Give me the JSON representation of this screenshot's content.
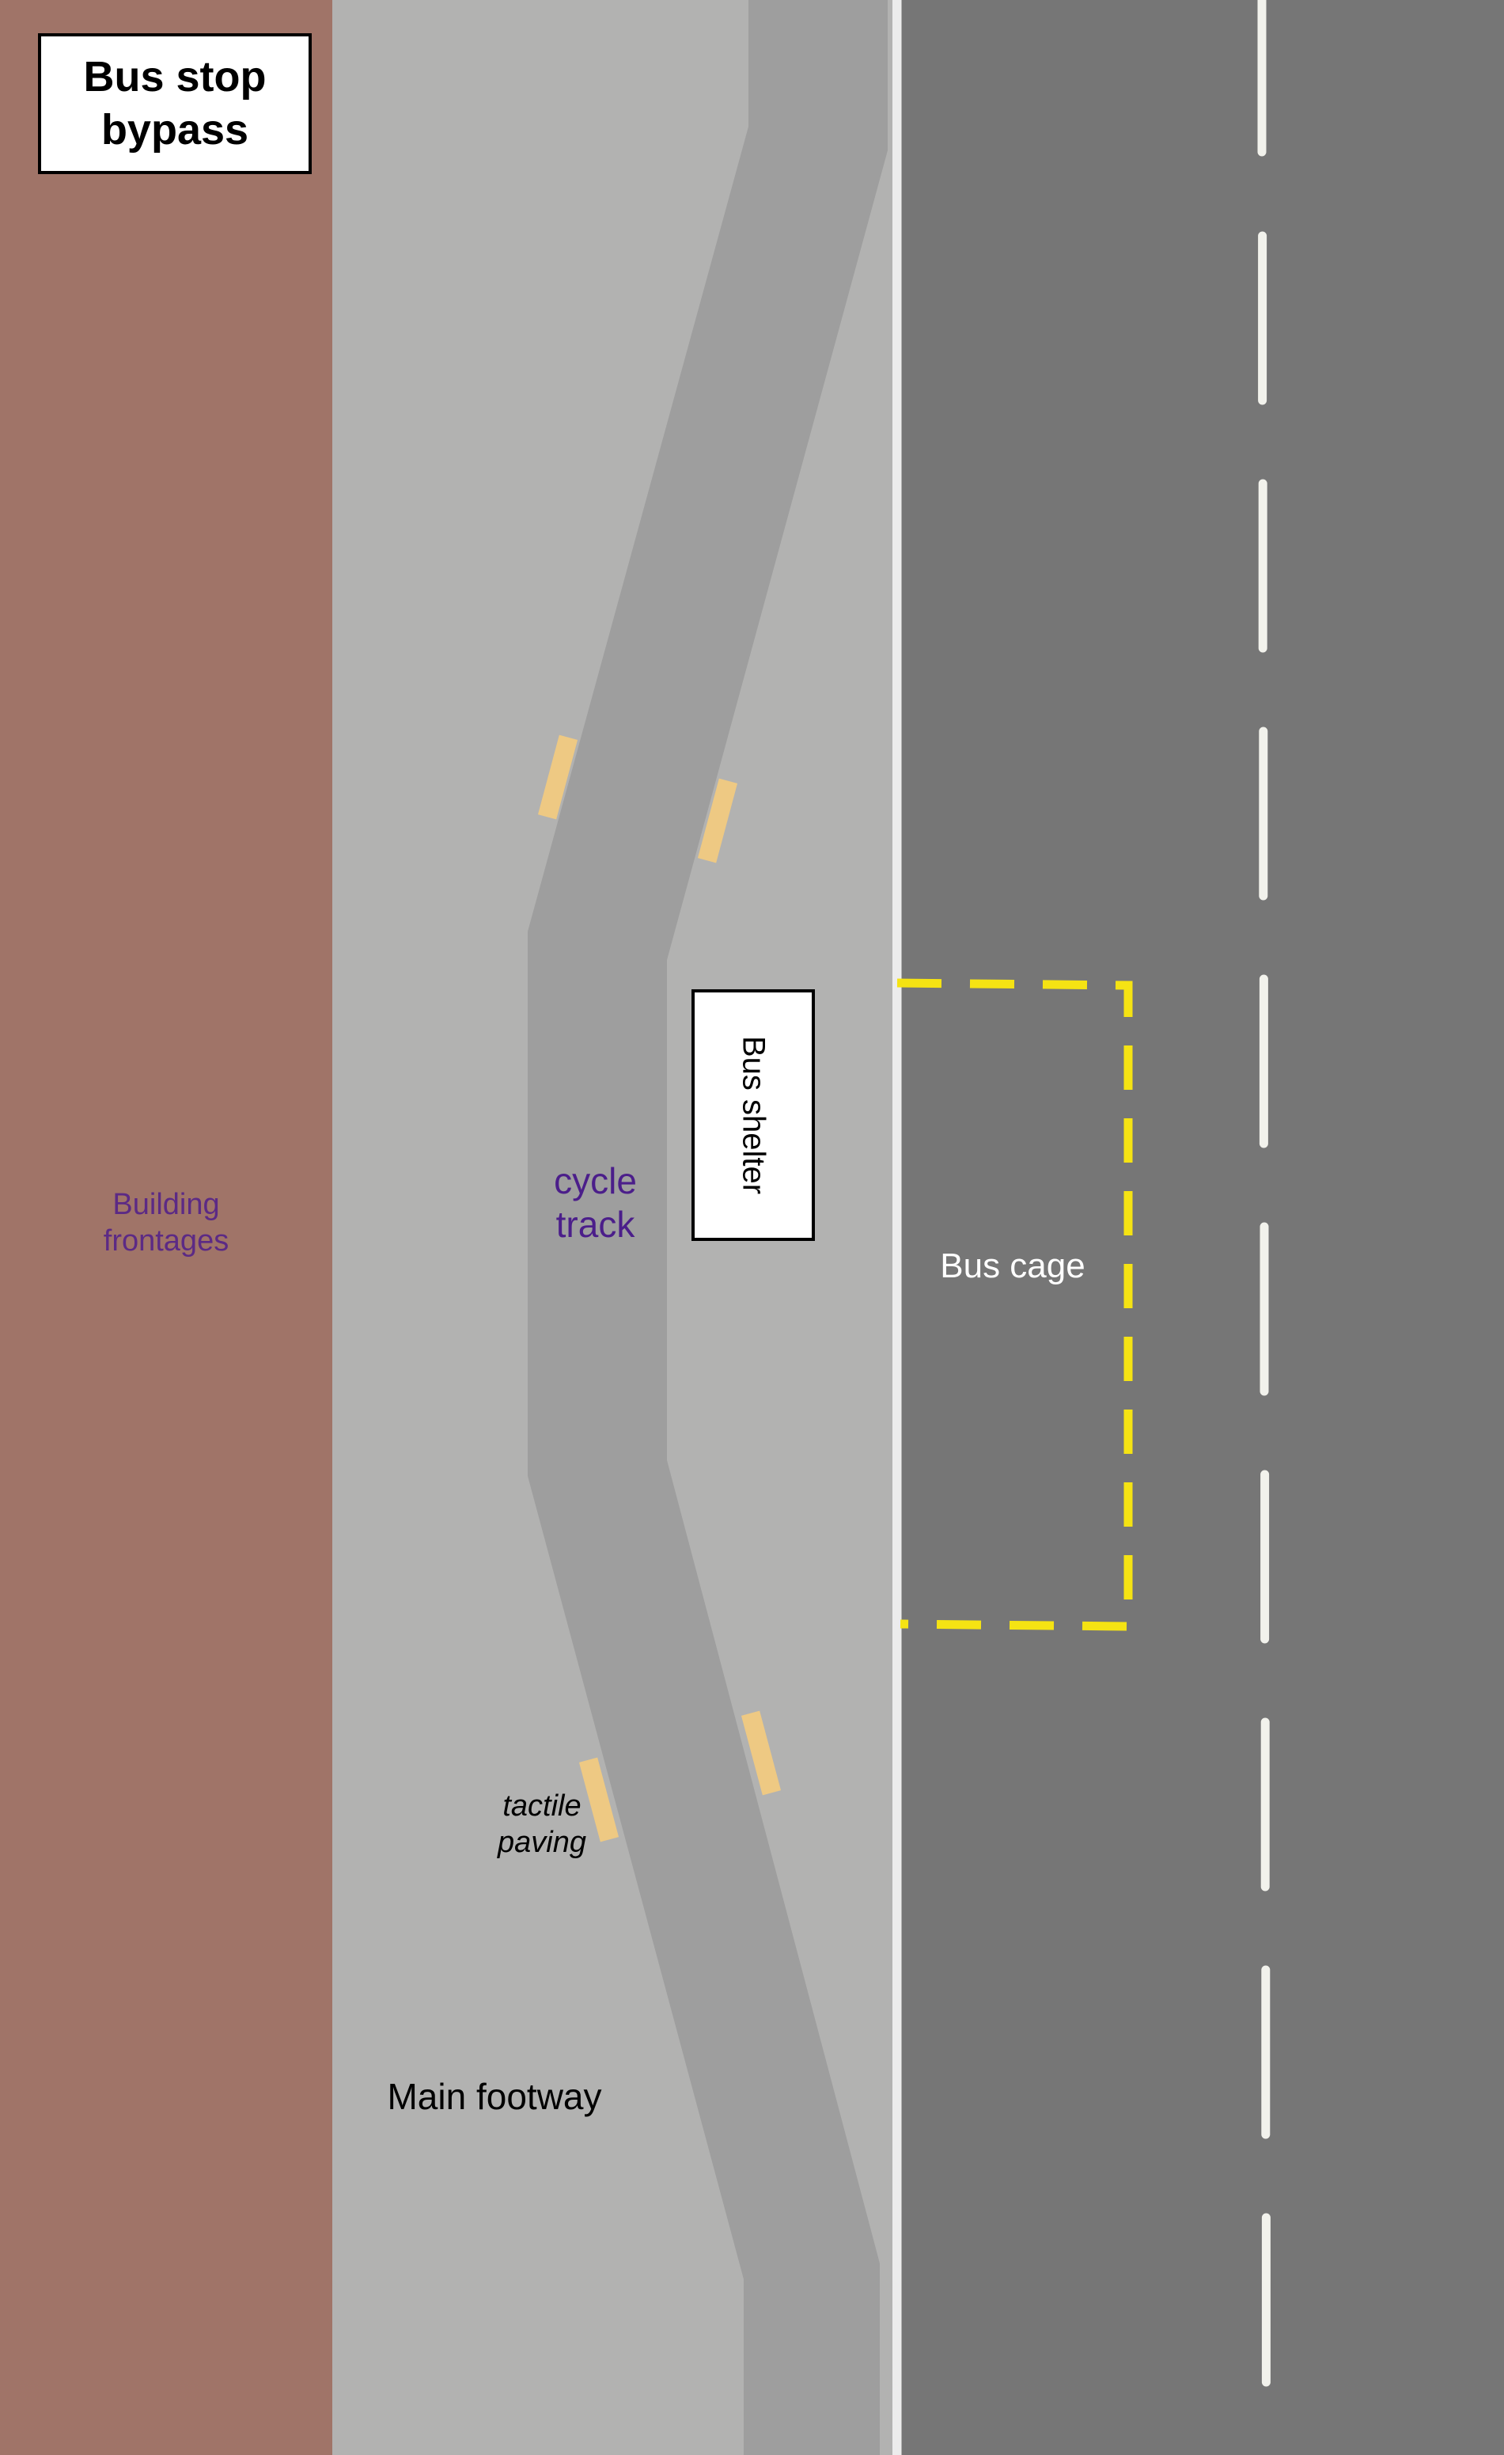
{
  "title": "Bus stop\nbypass",
  "labels": {
    "building_frontages": "Building\nfrontages",
    "cycle_track": "cycle\ntrack",
    "bus_shelter": "Bus shelter",
    "bus_cage": "Bus cage",
    "tactile_paving": "tactile\npaving",
    "main_footway": "Main footway"
  },
  "colors": {
    "building": "#a07468",
    "footway": "#b2b2b1",
    "cycle_track": "#9e9e9e",
    "carriageway": "#767676",
    "kerb_line": "#ececec",
    "lane_marking": "#f2f2ec",
    "bus_cage_marking": "#f5e313",
    "tactile_paving": "#eec983",
    "label_purple": "#4b1e8a",
    "label_purple_light": "#5c2a85",
    "text_dark": "#000000",
    "text_light": "#ffffff"
  }
}
